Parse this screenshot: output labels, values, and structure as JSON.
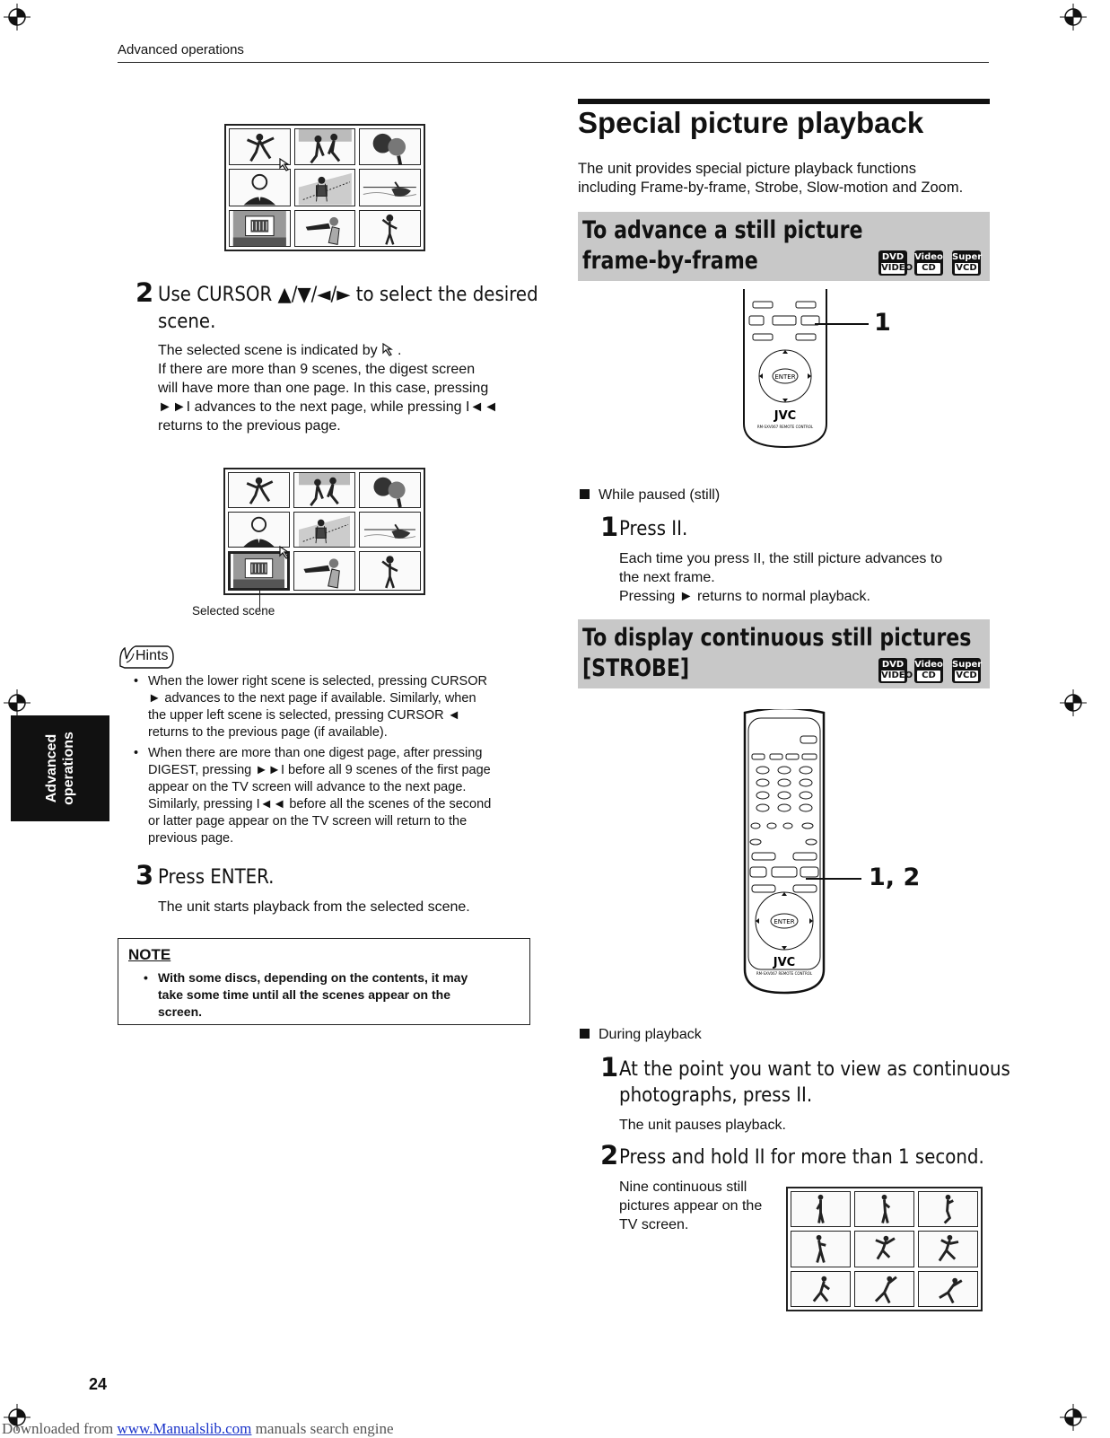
{
  "header": {
    "section": "Advanced operations"
  },
  "page_number": "24",
  "side_tab": {
    "line1": "Advanced",
    "line2": "operations"
  },
  "left": {
    "step2": {
      "num": "2",
      "title_line1": "Use CURSOR ▲/▼/◄/► to select the desired",
      "title_line2": "scene.",
      "body_line1": "The selected scene is indicated by",
      "body_line2": "If there are more than 9 scenes, the digest screen",
      "body_line3": "will have more than one page. In this case, pressing",
      "body_line4": "►►I advances to the next page, while pressing I◄◄",
      "body_line5": "returns to the previous page."
    },
    "caption_selected_scene": "Selected scene",
    "hints": {
      "label": "Hints",
      "items": [
        {
          "l1": "When the lower right scene is selected, pressing CURSOR",
          "l2": "► advances to the next page if available. Similarly, when",
          "l3": "the upper left scene is selected, pressing CURSOR  ◄",
          "l4": "returns to the previous page (if available)."
        },
        {
          "l1": "When there are more than one digest page, after pressing",
          "l2": "DIGEST, pressing ►►I before all 9 scenes of the first page",
          "l3": "appear on the TV screen will advance to the next page.",
          "l4": "Similarly, pressing I◄◄ before all the scenes of the second",
          "l5": "or latter page appear on the TV screen will return to the",
          "l6": "previous page."
        }
      ]
    },
    "step3": {
      "num": "3",
      "title": "Press ENTER.",
      "body": "The unit starts playback from the selected scene."
    },
    "note": {
      "label": "NOTE",
      "l1": "With some discs, depending on the contents, it may",
      "l2": "take some time until all the scenes appear on the",
      "l3": "screen."
    }
  },
  "right": {
    "title": "Special picture playback",
    "intro_l1": "The unit provides special picture playback functions",
    "intro_l2": "including Frame-by-frame, Strobe, Slow-motion and Zoom.",
    "badges": {
      "dvd_top": "DVD",
      "dvd_bottom": "VIDEO",
      "vcd_top": "Video",
      "vcd_bottom": "CD",
      "svcd_top": "Super",
      "svcd_bottom": "VCD"
    },
    "frame": {
      "heading_l1": "To advance a still picture",
      "heading_l2": "frame-by-frame",
      "callout": "1",
      "condition": "While paused (still)",
      "step1_num": "1",
      "step1_title": "Press II.",
      "body_l1": "Each time you press II, the still picture advances to",
      "body_l2": "the next frame.",
      "body_l3": "Pressing ► returns to normal playback."
    },
    "strobe": {
      "heading_l1": "To display continuous still pictures",
      "heading_l2": "[STROBE]",
      "callout": "1, 2",
      "condition": "During playback",
      "step1_num": "1",
      "step1_title_l1": "At the point you want to view as continuous",
      "step1_title_l2": "photographs, press II.",
      "step1_body": "The unit pauses playback.",
      "step2_num": "2",
      "step2_title": "Press and hold II for more than 1 second.",
      "step2_body_l1": "Nine continuous still",
      "step2_body_l2": "pictures appear on the",
      "step2_body_l3": "TV screen."
    },
    "remote": {
      "brand": "JVC",
      "model": "RM-SXV067 REMOTE CONTROL",
      "enter": "ENTER"
    }
  },
  "footer": {
    "prefix": "Downloaded from ",
    "link": "www.Manualslib.com",
    "suffix": " manuals search engine"
  }
}
